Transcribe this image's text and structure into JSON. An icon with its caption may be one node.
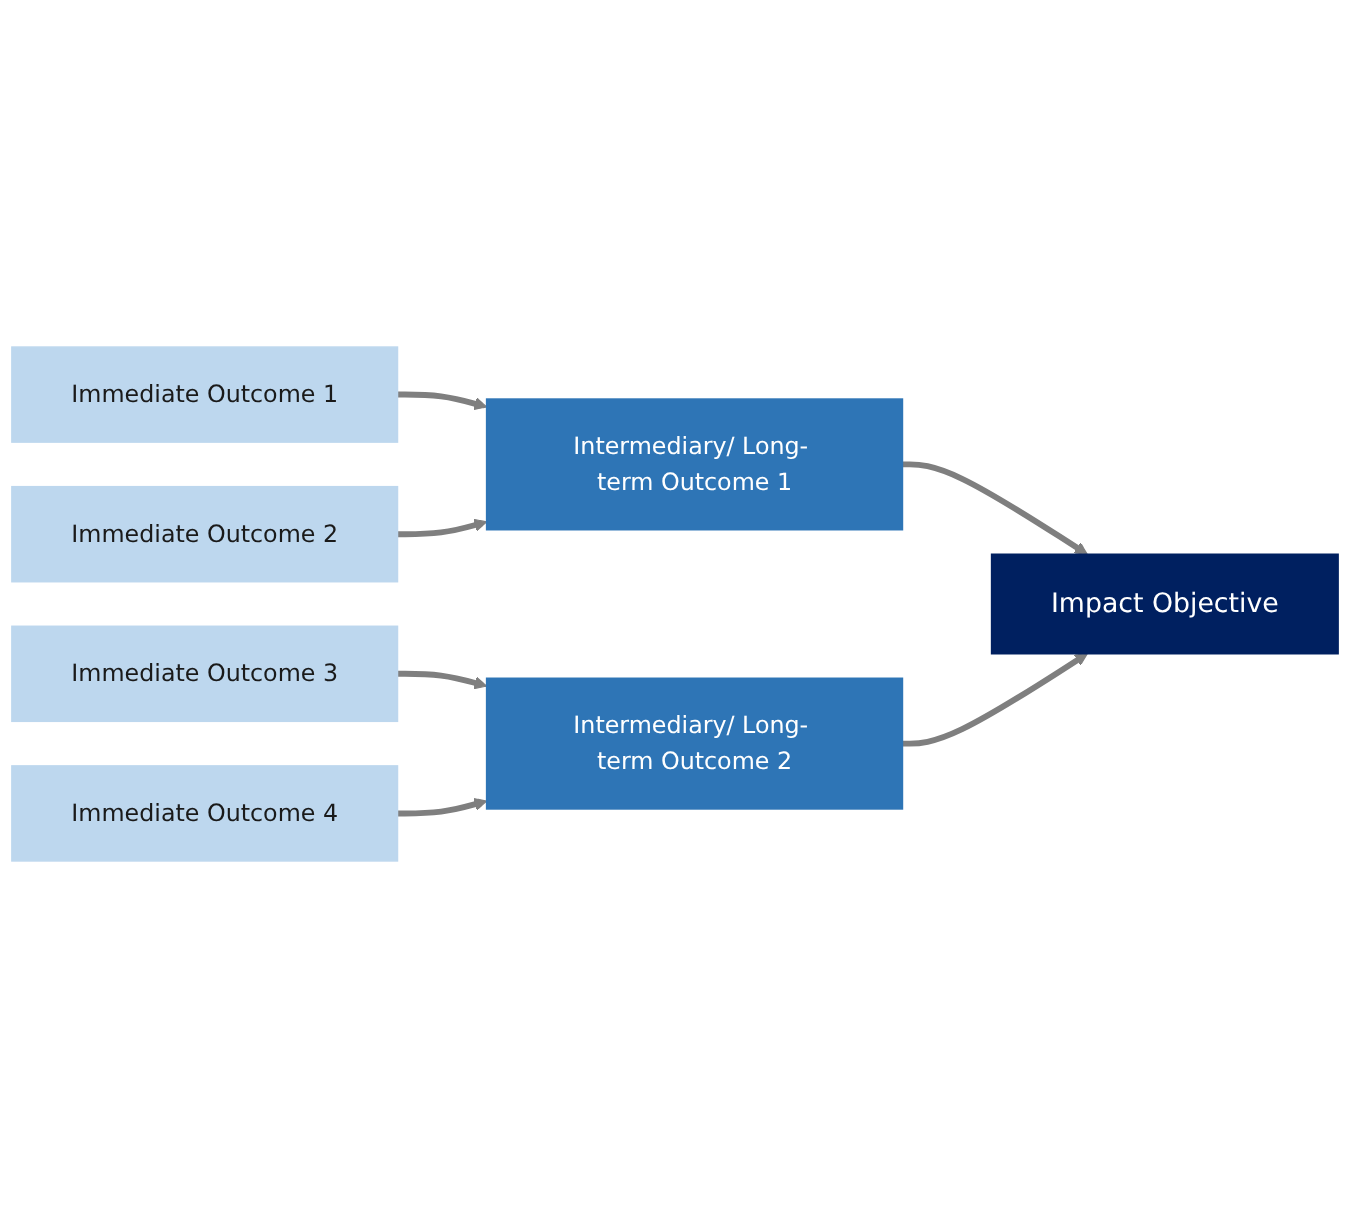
{
  "diagram": {
    "nodes": [
      {
        "text": [
          "Immediate Outcome 1"
        ]
      },
      {
        "text": [
          "Immediate Outcome 2"
        ]
      },
      {
        "text": [
          "Immediate Outcome 3"
        ]
      },
      {
        "text": [
          "Immediate Outcome 4"
        ]
      },
      {
        "text": [
          "Intermediary/ Long- term Outcome 1"
        ]
      },
      {
        "text": [
          "Intermediary/ Long- term Outcome 2"
        ]
      },
      {
        "text": [
          "Impact Objective"
        ]
      }
    ],
    "edges": [
      {
        "from": 0,
        "to": 4,
        "arrow": "to"
      },
      {
        "from": 1,
        "to": 4,
        "arrow": "to"
      },
      {
        "from": 2,
        "to": 5,
        "arrow": "to"
      },
      {
        "from": 3,
        "to": 5,
        "arrow": "to"
      },
      {
        "from": 4,
        "to": 6,
        "arrow": "to"
      },
      {
        "from": 5,
        "to": 6,
        "arrow": "to"
      }
    ]
  }
}
